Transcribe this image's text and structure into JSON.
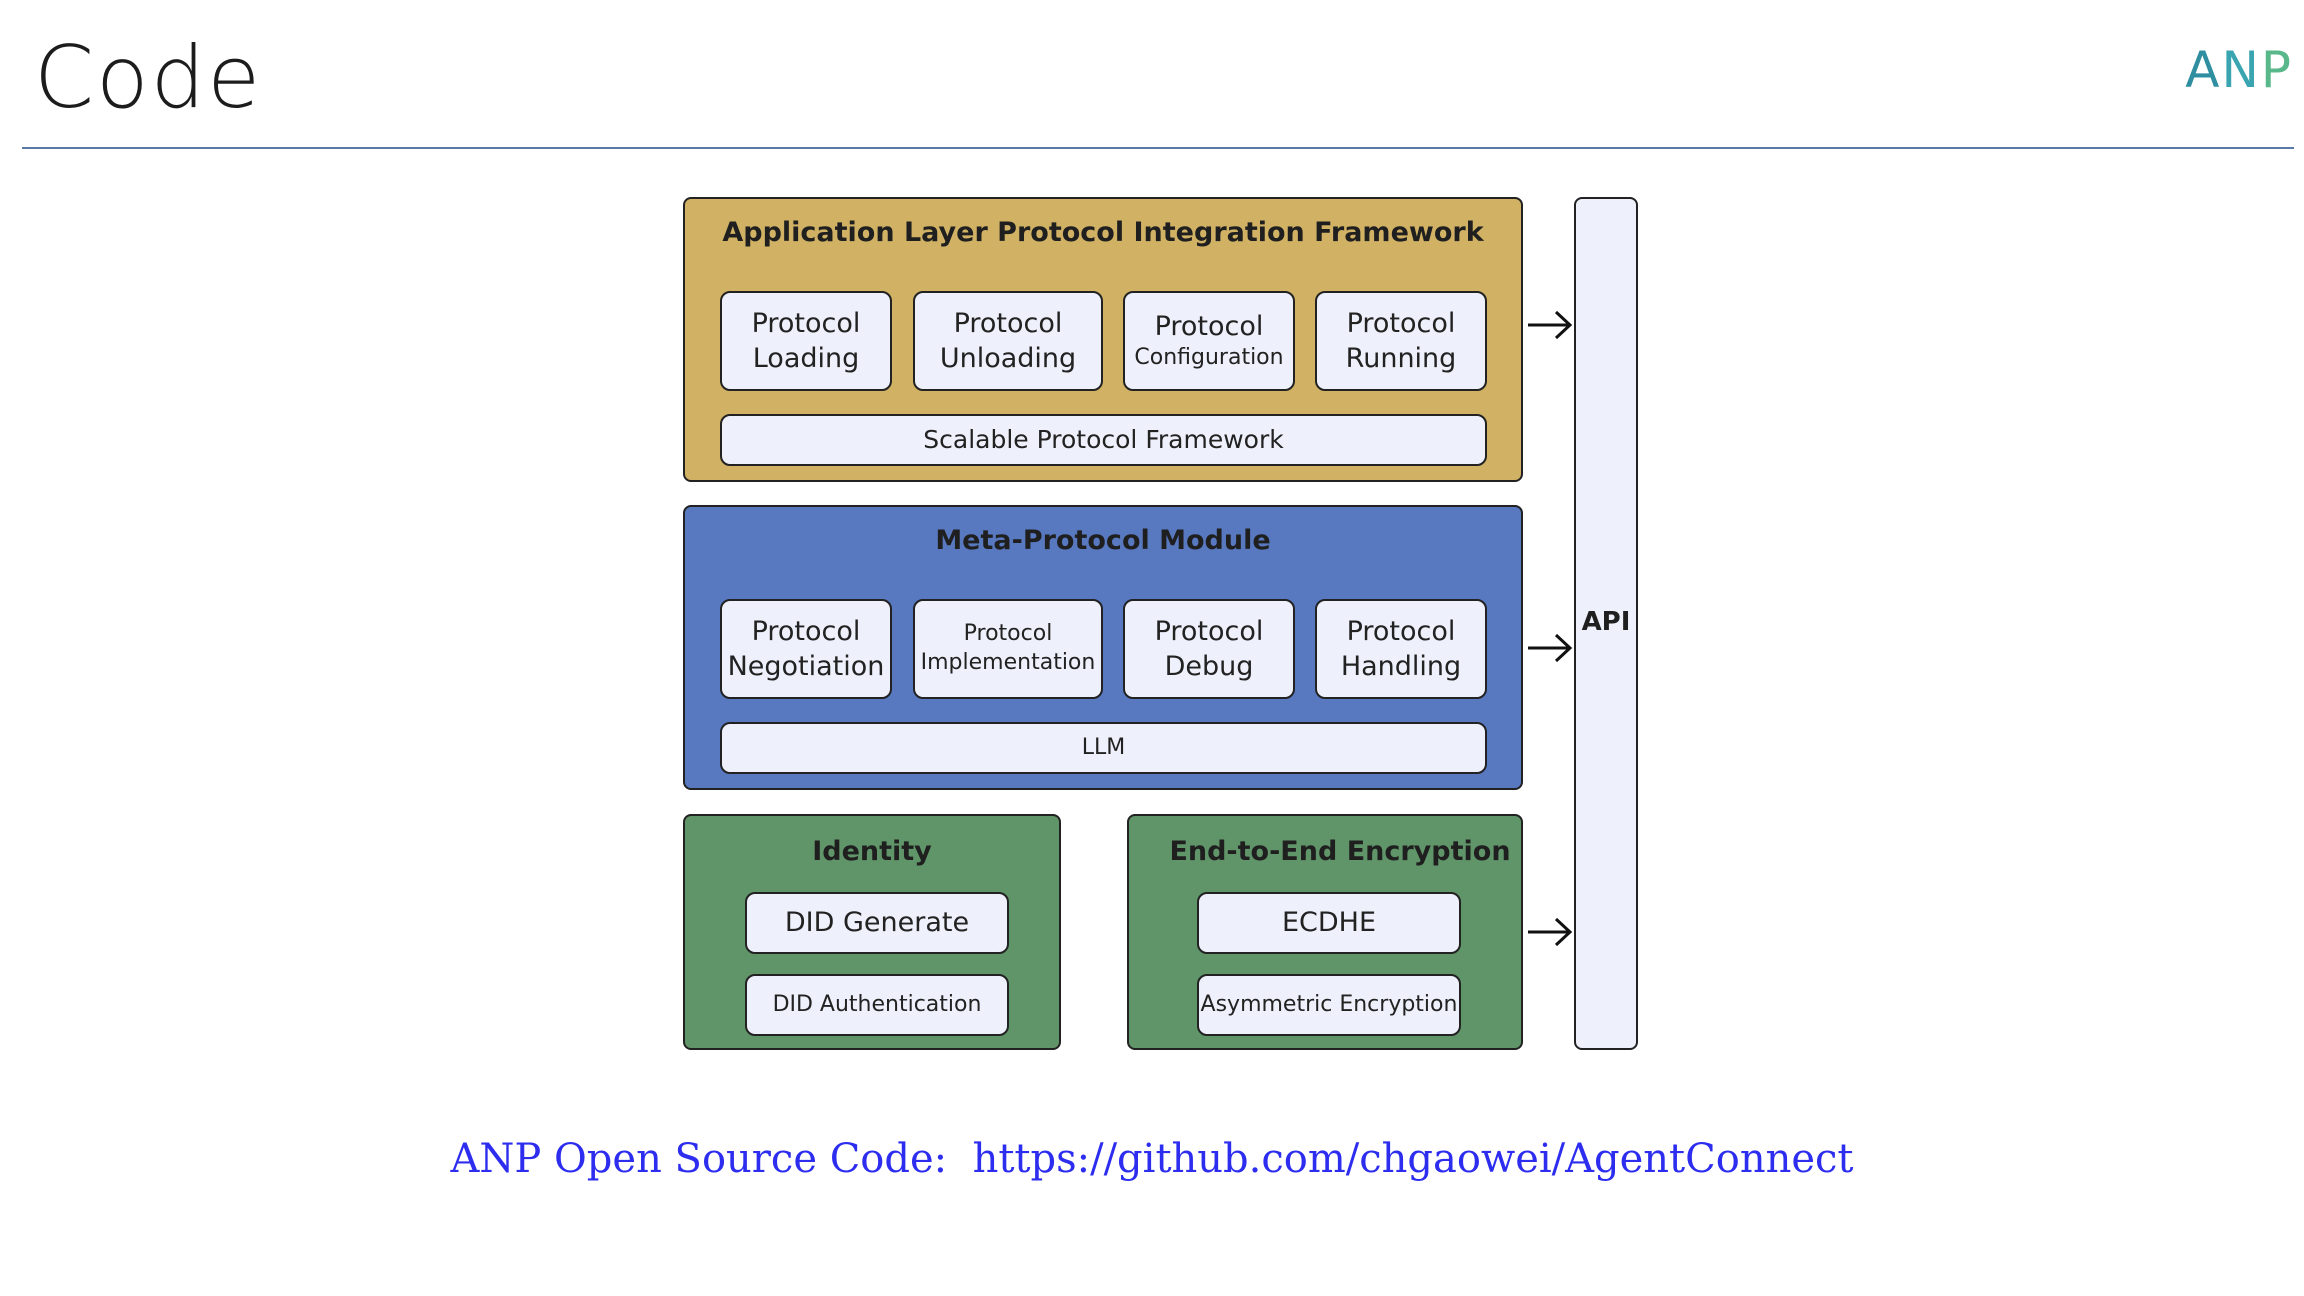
{
  "slide": {
    "title": "Code",
    "logo_text": [
      "A",
      "N",
      "P"
    ]
  },
  "diagram": {
    "application_layer": {
      "title": "Application Layer Protocol Integration Framework",
      "items": [
        {
          "line1": "Protocol",
          "line2": "Loading"
        },
        {
          "line1": "Protocol",
          "line2": "Unloading"
        },
        {
          "line1": "Protocol",
          "line2": "Configuration"
        },
        {
          "line1": "Protocol",
          "line2": "Running"
        }
      ],
      "base": "Scalable Protocol Framework"
    },
    "meta_protocol": {
      "title": "Meta-Protocol Module",
      "items": [
        {
          "line1": "Protocol",
          "line2": "Negotiation"
        },
        {
          "line1": "Protocol",
          "line2": "Implementation"
        },
        {
          "line1": "Protocol",
          "line2": "Debug"
        },
        {
          "line1": "Protocol",
          "line2": "Handling"
        }
      ],
      "base": "LLM"
    },
    "identity": {
      "title": "Identity",
      "items": [
        "DID Generate",
        "DID Authentication"
      ]
    },
    "encryption": {
      "title": "End-to-End Encryption",
      "items": [
        "ECDHE",
        "Asymmetric Encryption"
      ]
    },
    "api": {
      "label": "API"
    },
    "colors": {
      "application_layer": "#d1b264",
      "meta_protocol": "#5878c0",
      "security": "#609469",
      "cell": "#eef1fb",
      "link": "#2d2df0"
    }
  },
  "footer": {
    "text": "ANP Open Source Code:  https://github.com/chgaowei/AgentConnect"
  }
}
